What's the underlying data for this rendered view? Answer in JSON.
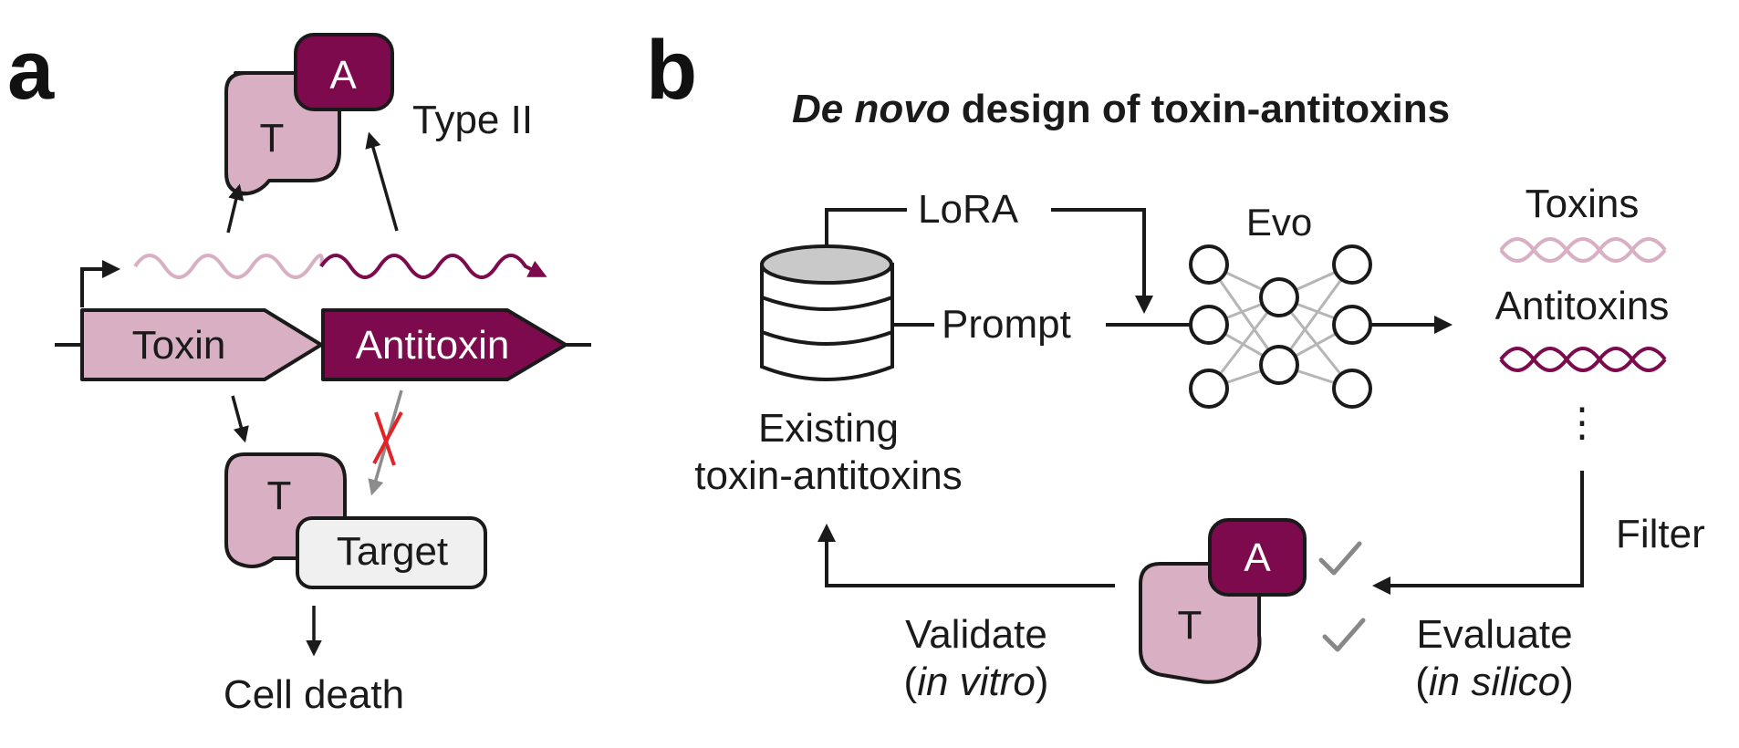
{
  "panel_a": {
    "label": "a",
    "type_label": "Type II",
    "toxin_letter": "T",
    "antitoxin_letter": "A",
    "toxin_gene": "Toxin",
    "antitoxin_gene": "Antitoxin",
    "target_label": "Target",
    "outcome_label": "Cell death"
  },
  "panel_b": {
    "label": "b",
    "title_italic": "De novo",
    "title_rest": " design of toxin-antitoxins",
    "lora_label": "LoRA",
    "prompt_label": "Prompt",
    "model_label": "Evo",
    "database_label_line1": "Existing",
    "database_label_line2": "toxin-antitoxins",
    "output_toxins": "Toxins",
    "output_antitoxins": "Antitoxins",
    "output_more": "⋮",
    "filter_label": "Filter",
    "evaluate_label": "Evaluate",
    "evaluate_paren_open": "(",
    "evaluate_italic": "in silico",
    "evaluate_paren_close": ")",
    "validate_label": "Validate",
    "validate_paren_open": "(",
    "validate_italic": "in vitro",
    "validate_paren_close": ")",
    "complex_toxin_letter": "T",
    "complex_antitoxin_letter": "A"
  },
  "colors": {
    "toxin_pink": "#d8afc3",
    "antitoxin_magenta": "#7d0a4c",
    "outline": "#1a1a1a",
    "target_gray": "#eff0ef",
    "check_gray": "#888888",
    "cross_red": "#e0242a"
  }
}
